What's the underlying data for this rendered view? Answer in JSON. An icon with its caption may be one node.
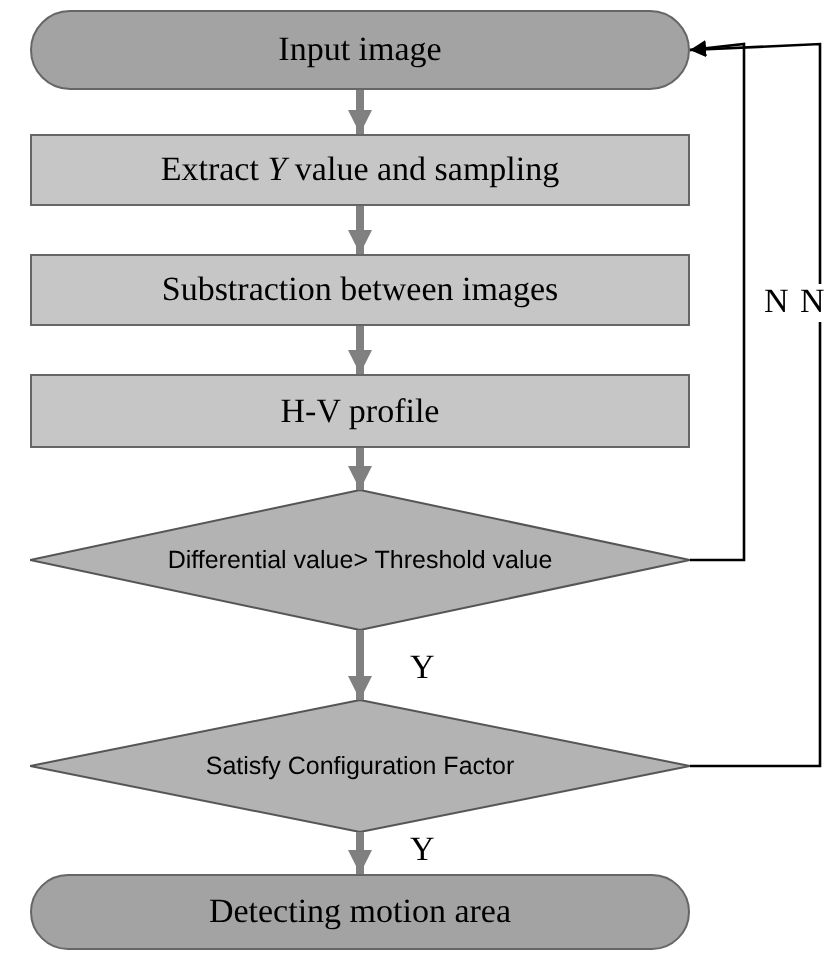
{
  "diagram": {
    "nodes": [
      {
        "text": [
          "Input image"
        ]
      },
      {
        "text": [
          "Extract *Y* value and sampling"
        ]
      },
      {
        "text": [
          "Substraction between images"
        ]
      },
      {
        "text": [
          "H-V profile"
        ]
      },
      {
        "text": [
          "Differential value> Threshold value"
        ]
      },
      {
        "text": [
          "Satisfy Configuration Factor"
        ]
      },
      {
        "text": [
          "Detecting motion area"
        ]
      }
    ],
    "edges": [
      {
        "from": 0,
        "to": 1,
        "arrow": "to"
      },
      {
        "from": 1,
        "to": 2,
        "arrow": "to"
      },
      {
        "from": 2,
        "to": 3,
        "arrow": "to"
      },
      {
        "from": 3,
        "to": 4,
        "arrow": "to"
      },
      {
        "from": 4,
        "to": 5,
        "arrow": "to",
        "label": "Y"
      },
      {
        "from": 5,
        "to": 6,
        "arrow": "to",
        "label": "Y"
      },
      {
        "from": 4,
        "to": 0,
        "arrow": "to",
        "label": "N",
        "color": "#000000"
      },
      {
        "from": 5,
        "to": 0,
        "arrow": "to",
        "label": "N",
        "color": "#000000"
      }
    ]
  }
}
